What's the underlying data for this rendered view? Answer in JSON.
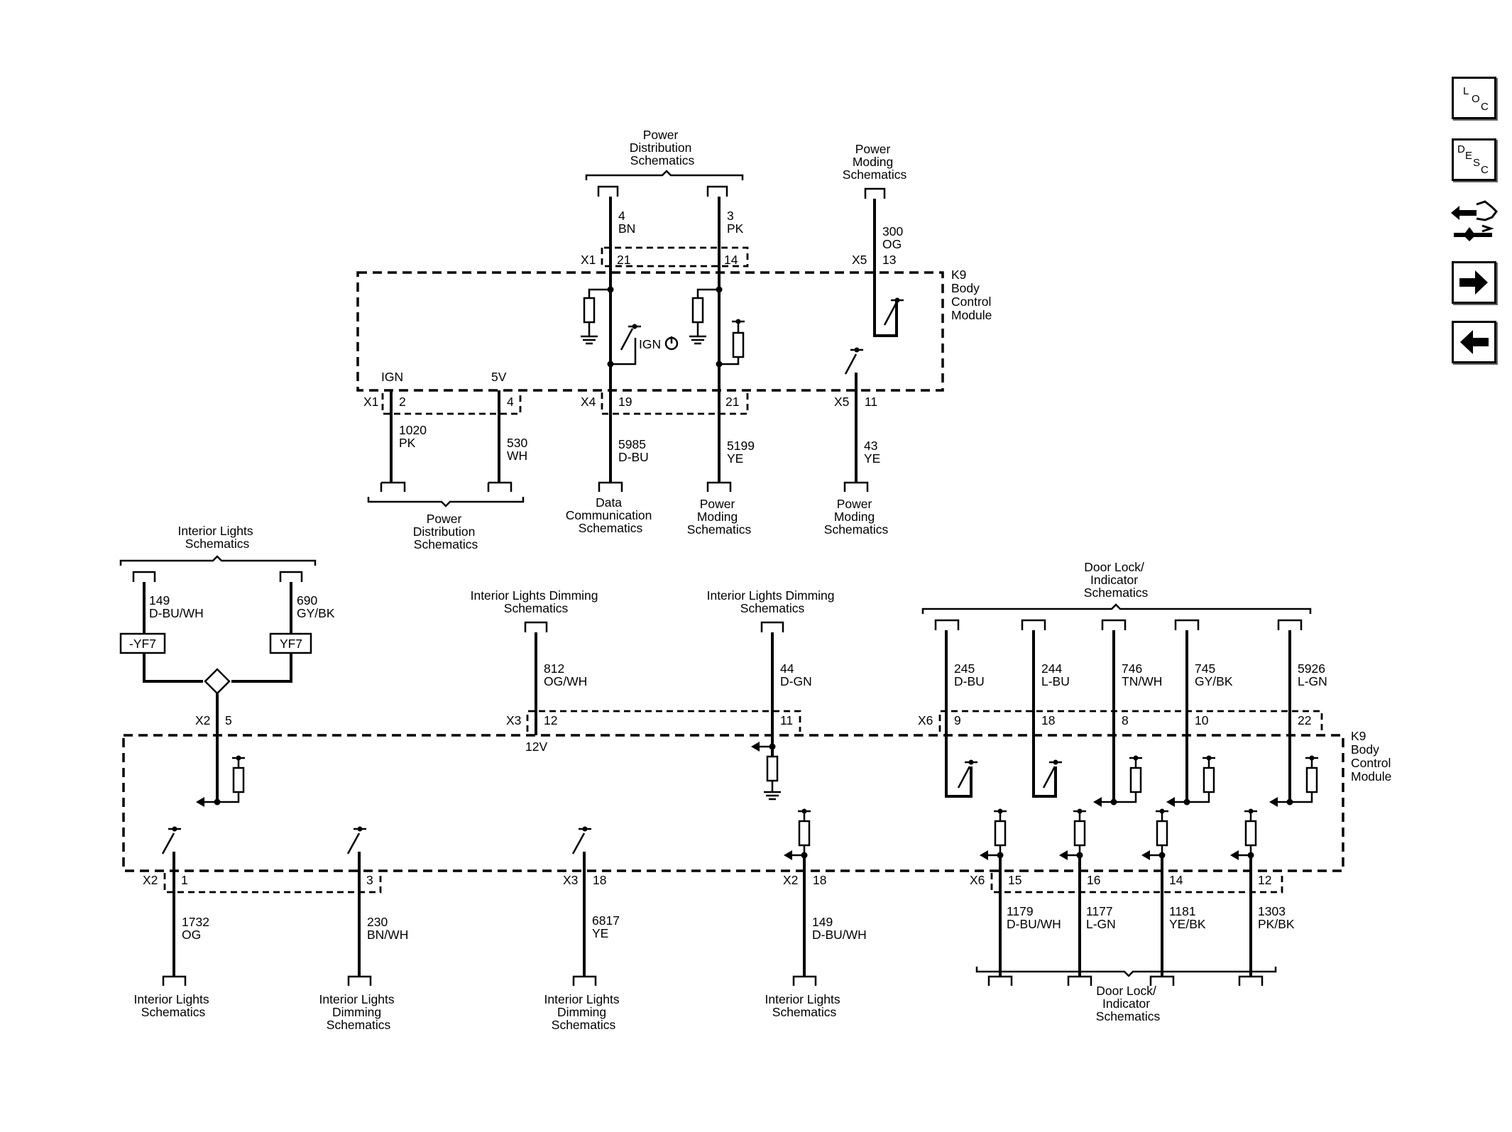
{
  "nav": {
    "loc": [
      "L",
      "O",
      "C"
    ],
    "desc": [
      "D",
      "E",
      "S",
      "C"
    ]
  },
  "module_label": [
    "K9",
    "Body",
    "Control",
    "Module"
  ],
  "labels": {
    "pds_top": [
      "Power",
      "Distribution",
      "Schematics"
    ],
    "pms_top": [
      "Power",
      "Moding",
      "Schematics"
    ],
    "pds_bottom": [
      "Power",
      "Distribution",
      "Schematics"
    ],
    "dcs": [
      "Data",
      "Communication",
      "Schematics"
    ],
    "pms_b1": [
      "Power",
      "Moding",
      "Schematics"
    ],
    "pms_b2": [
      "Power",
      "Moding",
      "Schematics"
    ],
    "ils_top": [
      "Interior Lights",
      "Schematics"
    ],
    "ilds_top1": [
      "Interior Lights Dimming",
      "Schematics"
    ],
    "ilds_top2": [
      "Interior Lights Dimming",
      "Schematics"
    ],
    "dli_top": [
      "Door Lock/",
      "Indicator",
      "Schematics"
    ],
    "ils_b1": [
      "Interior Lights",
      "Schematics"
    ],
    "ilds_b1": [
      "Interior Lights",
      "Dimming",
      "Schematics"
    ],
    "ilds_b2": [
      "Interior Lights",
      "Dimming",
      "Schematics"
    ],
    "ils_b2": [
      "Interior Lights",
      "Schematics"
    ],
    "dli_bottom": [
      "Door Lock/",
      "Indicator",
      "Schematics"
    ]
  },
  "circuits": {
    "c4": [
      "4",
      "BN"
    ],
    "c3": [
      "3",
      "PK"
    ],
    "c300": [
      "300",
      "OG"
    ],
    "c1020": [
      "1020",
      "PK"
    ],
    "c530": [
      "530",
      "WH"
    ],
    "c5985": [
      "5985",
      "D-BU"
    ],
    "c5199": [
      "5199",
      "YE"
    ],
    "c43": [
      "43",
      "YE"
    ],
    "c149a": [
      "149",
      "D-BU/WH"
    ],
    "c690": [
      "690",
      "GY/BK"
    ],
    "c812": [
      "812",
      "OG/WH"
    ],
    "c44": [
      "44",
      "D-GN"
    ],
    "c245": [
      "245",
      "D-BU"
    ],
    "c244": [
      "244",
      "L-BU"
    ],
    "c746": [
      "746",
      "TN/WH"
    ],
    "c745": [
      "745",
      "GY/BK"
    ],
    "c5926": [
      "5926",
      "L-GN"
    ],
    "c1732": [
      "1732",
      "OG"
    ],
    "c230": [
      "230",
      "BN/WH"
    ],
    "c6817": [
      "6817",
      "YE"
    ],
    "c149b": [
      "149",
      "D-BU/WH"
    ],
    "c1179": [
      "1179",
      "D-BU/WH"
    ],
    "c1177": [
      "1177",
      "L-GN"
    ],
    "c1181": [
      "1181",
      "YE/BK"
    ],
    "c1303": [
      "1303",
      "PK/BK"
    ]
  },
  "connectors": {
    "x1t": "X1",
    "p21": "21",
    "p14": "14",
    "x5t": "X5",
    "p13": "13",
    "ign": "IGN",
    "v5": "5V",
    "x1b": "X1",
    "p2": "2",
    "p4": "4",
    "x4": "X4",
    "p19": "19",
    "p21b": "21",
    "x5b": "X5",
    "p11": "11",
    "ign_sym": "IGN",
    "x2a": "X2",
    "p5": "5",
    "x3a": "X3",
    "p12": "12",
    "v12": "12V",
    "p11b": "11",
    "x6a": "X6",
    "p9": "9",
    "p18": "18",
    "p8": "8",
    "p10": "10",
    "p22": "22",
    "x2b": "X2",
    "p1": "1",
    "p3": "3",
    "x3b": "X3",
    "p18b": "18",
    "x2c": "X2",
    "p18c": "18",
    "x6b": "X6",
    "p15": "15",
    "p16": "16",
    "p14b": "14",
    "p12b": "12"
  },
  "fuses": {
    "f1": "-YF7",
    "f2": "YF7"
  }
}
